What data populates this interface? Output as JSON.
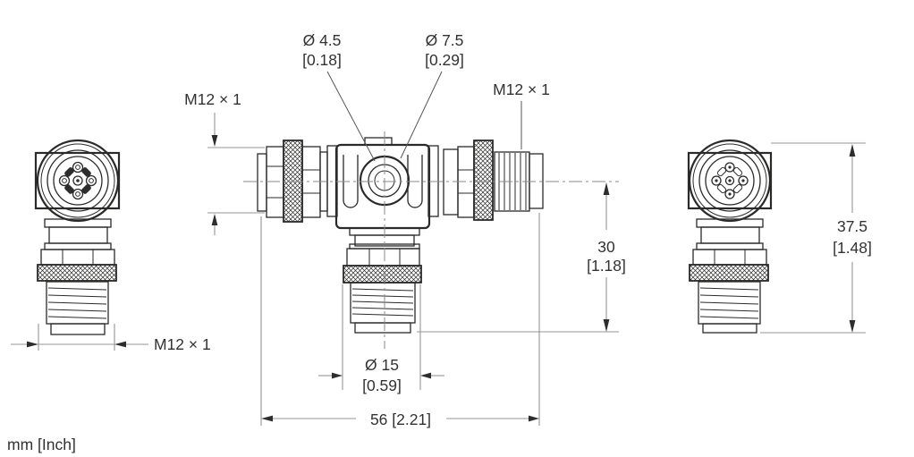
{
  "drawing": {
    "type": "technical-dimension-drawing",
    "subject": "M12 T-piece connector with side views",
    "units_note": "mm [Inch]"
  },
  "labels": {
    "dia_small": {
      "value": "Ø 4.5",
      "inch": "[0.18]"
    },
    "dia_large": {
      "value": "Ø 7.5",
      "inch": "[0.29]"
    },
    "thread_top_left": "M12 × 1",
    "thread_top_right": "M12 × 1",
    "thread_bottom_left": "M12 × 1",
    "dim_height_right": {
      "value": "37.5",
      "inch": "[1.48]"
    },
    "dim_height_center": {
      "value": "30",
      "inch": "[1.18]"
    },
    "dia_bottom": {
      "value": "Ø 15",
      "inch": "[0.59]"
    },
    "dim_width": "56 [2.21]",
    "units": "mm [Inch]"
  },
  "colors": {
    "background": "#ffffff",
    "part_line": "#2b2a29",
    "dimension_line": "#939598",
    "text": "#323232"
  }
}
